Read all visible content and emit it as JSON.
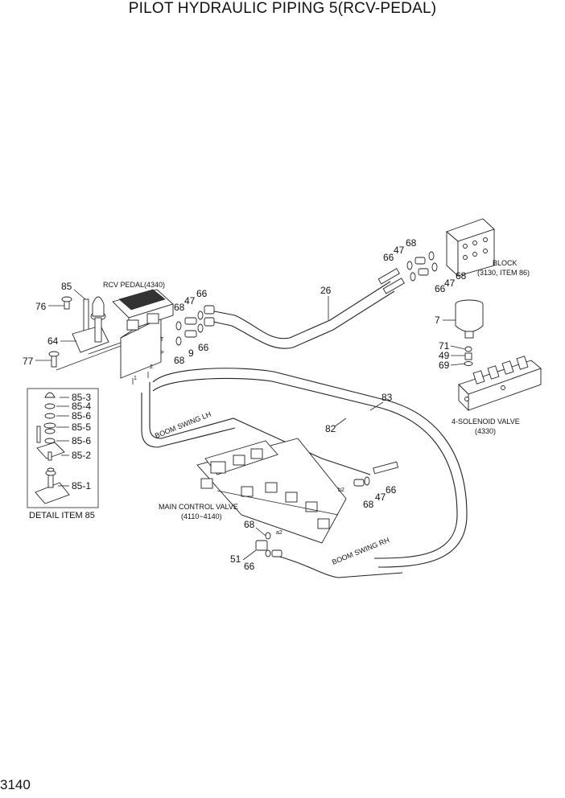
{
  "header": {
    "title": "PILOT HYDRAULIC PIPING 5(RCV-PEDAL)"
  },
  "footer": {
    "page_number": "3140"
  },
  "labels": {
    "rcv_pedal": "RCV PEDAL(4340)",
    "block": "BLOCK",
    "block_ref": "(3130, ITEM 86)",
    "solenoid_valve": "4-SOLENOID VALVE",
    "solenoid_ref": "(4330)",
    "main_control_valve": "MAIN CONTROL VALVE",
    "mcv_ref": "(4110~4140)",
    "boom_swing_lh": "BOOM SWING LH",
    "boom_swing_rh": "BOOM SWING RH",
    "detail_item": "DETAIL ITEM 85",
    "port_t": "T",
    "port_p": "P",
    "port_1": "1",
    "port_2": "2",
    "port_b2": "b2",
    "port_a2": "a2"
  },
  "callouts": {
    "c85": "85",
    "c76": "76",
    "c64": "64",
    "c77": "77",
    "c47a": "47",
    "c66a": "66",
    "c68a": "68",
    "c68b": "68",
    "c9": "9",
    "c66b": "66",
    "c26": "26",
    "c68c": "68",
    "c47b": "47",
    "c66c": "66",
    "c68d": "68",
    "c47c": "47",
    "c66d": "66",
    "c7": "7",
    "c71": "71",
    "c49": "49",
    "c69": "69",
    "c83": "83",
    "c82": "82",
    "c66e": "66",
    "c47d": "47",
    "c68e": "68",
    "c68f": "68",
    "c51": "51",
    "c66f": "66",
    "d85_3": "85-3",
    "d85_4": "85-4",
    "d85_6a": "85-6",
    "d85_5": "85-5",
    "d85_6b": "85-6",
    "d85_2": "85-2",
    "d85_1": "85-1"
  }
}
